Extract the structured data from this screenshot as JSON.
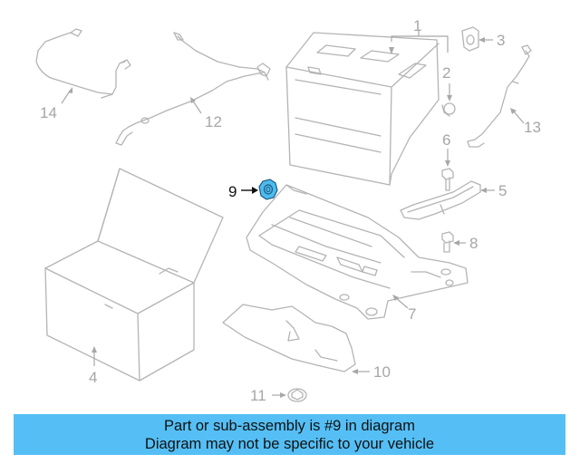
{
  "diagram": {
    "highlight_color": "#4dbbef",
    "line_color": "#b4b4b4",
    "callouts": {
      "c1": "1",
      "c2": "2",
      "c3": "3",
      "c4": "4",
      "c5": "5",
      "c6": "6",
      "c7": "7",
      "c8": "8",
      "c9": "9",
      "c10": "10",
      "c11": "11",
      "c12": "12",
      "c13": "13",
      "c14": "14"
    },
    "highlighted_part": "9"
  },
  "banner": {
    "line1": "Part or sub-assembly is #9 in diagram",
    "line2": "Diagram may not be specific to your vehicle",
    "background": "#55bff5"
  }
}
